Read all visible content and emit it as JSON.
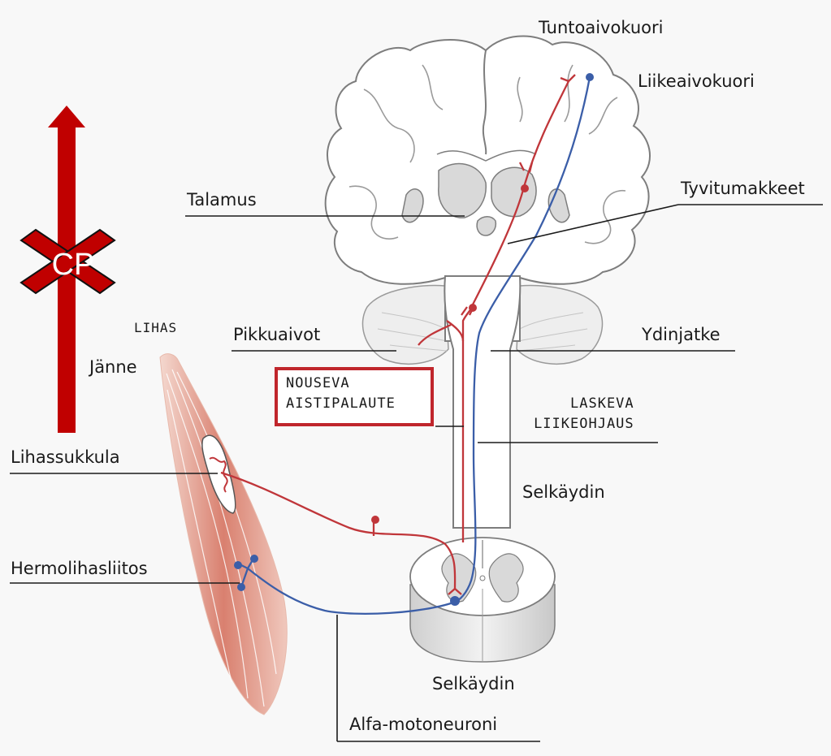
{
  "colors": {
    "sensory": "#c0363a",
    "motor": "#3b5ea8",
    "arrow": "#c00000",
    "cross": "#c00000",
    "brain_fill": "#ffffff",
    "gray_matter": "#d9d9d9",
    "muscle": "#d8877a",
    "line": "#1a1a1a"
  },
  "blocked_arrow": {
    "label": "CP",
    "icon": "x-cross-icon"
  },
  "labels": {
    "tuntoaivokuori": "Tuntoaivokuori",
    "liikeaivokuori": "Liikeaivokuori",
    "talamus": "Talamus",
    "tyvitumakkeet": "Tyvitumakkeet",
    "pikkuaivot": "Pikkuaivot",
    "ydinjatke": "Ydinjatke",
    "lihas": "LIHAS",
    "janne": "Jänne",
    "lihassukkula": "Lihassukkula",
    "hermolihasliitos": "Hermolihasliitos",
    "selkaydin_upper": "Selkäydin",
    "selkaydin_lower": "Selkäydin",
    "alfa_motoneuroni": "Alfa-motoneuroni",
    "nouseva_line1": "NOUSEVA",
    "nouseva_line2": "AISTIPALAUTE",
    "laskeva_line1": "LASKEVA",
    "laskeva_line2": "LIIKEOHJAUS"
  }
}
